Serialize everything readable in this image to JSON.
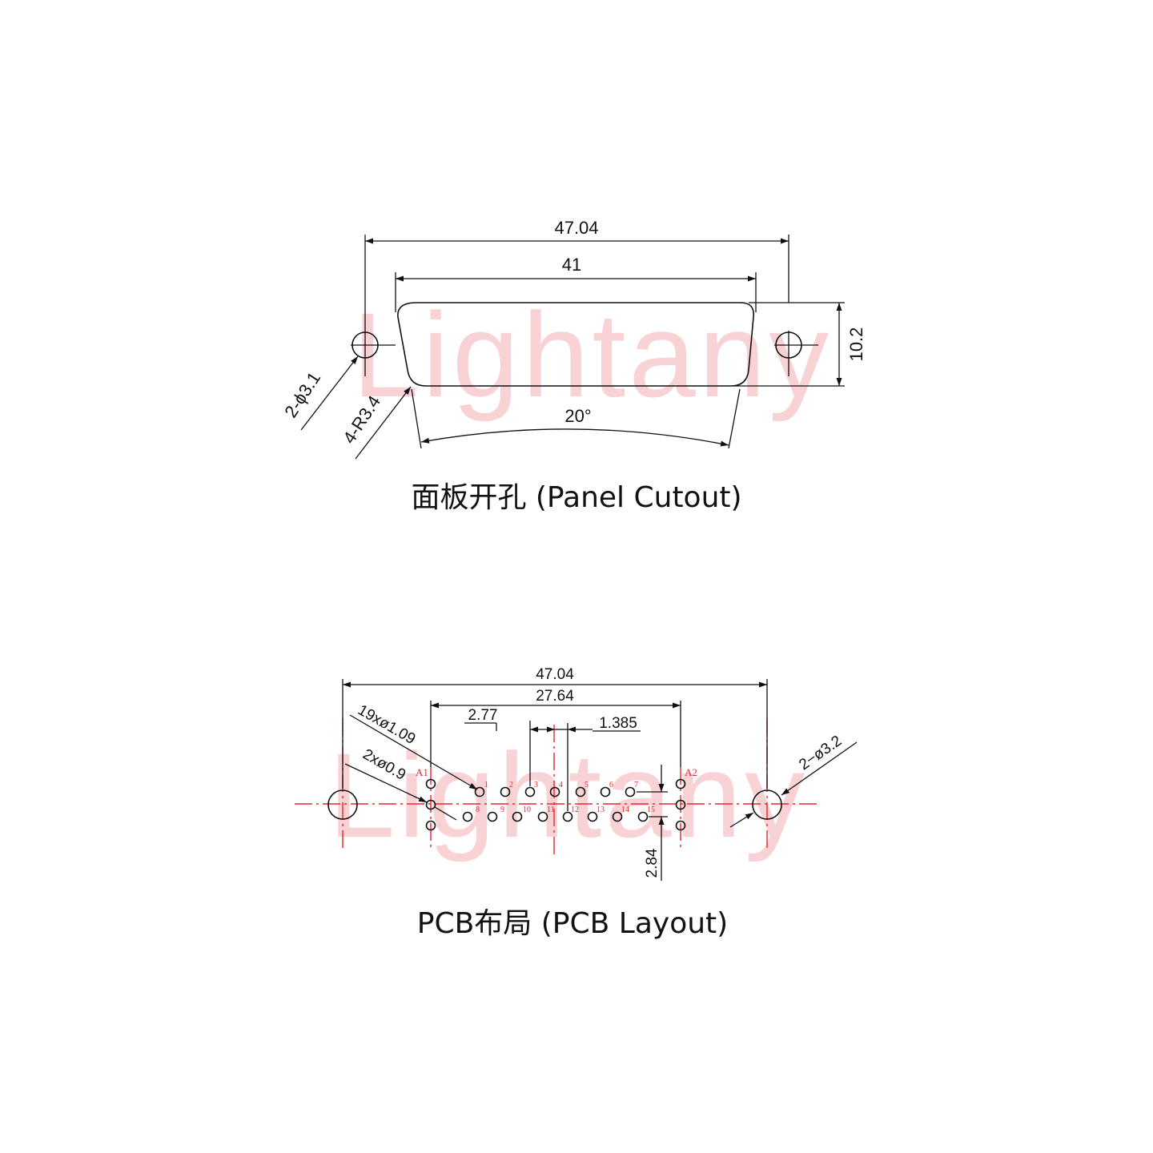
{
  "watermark": "Lightany",
  "panel_cutout": {
    "caption": "面板开孔 (Panel Cutout)",
    "dim_overall": "47.04",
    "dim_width": "41",
    "dim_height": "10.2",
    "dim_angle": "20°",
    "label_holes": "2-ϕ3.1",
    "label_radius": "4-R3.4"
  },
  "pcb_layout": {
    "caption": "PCB布局 (PCB Layout)",
    "dim_overall": "47.04",
    "dim_span": "27.64",
    "dim_pitch": "2.77",
    "dim_offset": "1.385",
    "dim_row": "2.84",
    "label_pins": "19xø1.09",
    "label_small_holes": "2xø0.9",
    "label_mount_holes": "2−ø3.2",
    "tag_a1": "A1",
    "tag_a2": "A2",
    "pin_numbers": [
      "1",
      "2",
      "3",
      "4",
      "5",
      "6",
      "7",
      "8",
      "9",
      "10",
      "11",
      "12",
      "13",
      "14",
      "15"
    ]
  },
  "colors": {
    "line": "#111111",
    "centerline": "#e8262a",
    "watermark": "#f8d2d4"
  }
}
